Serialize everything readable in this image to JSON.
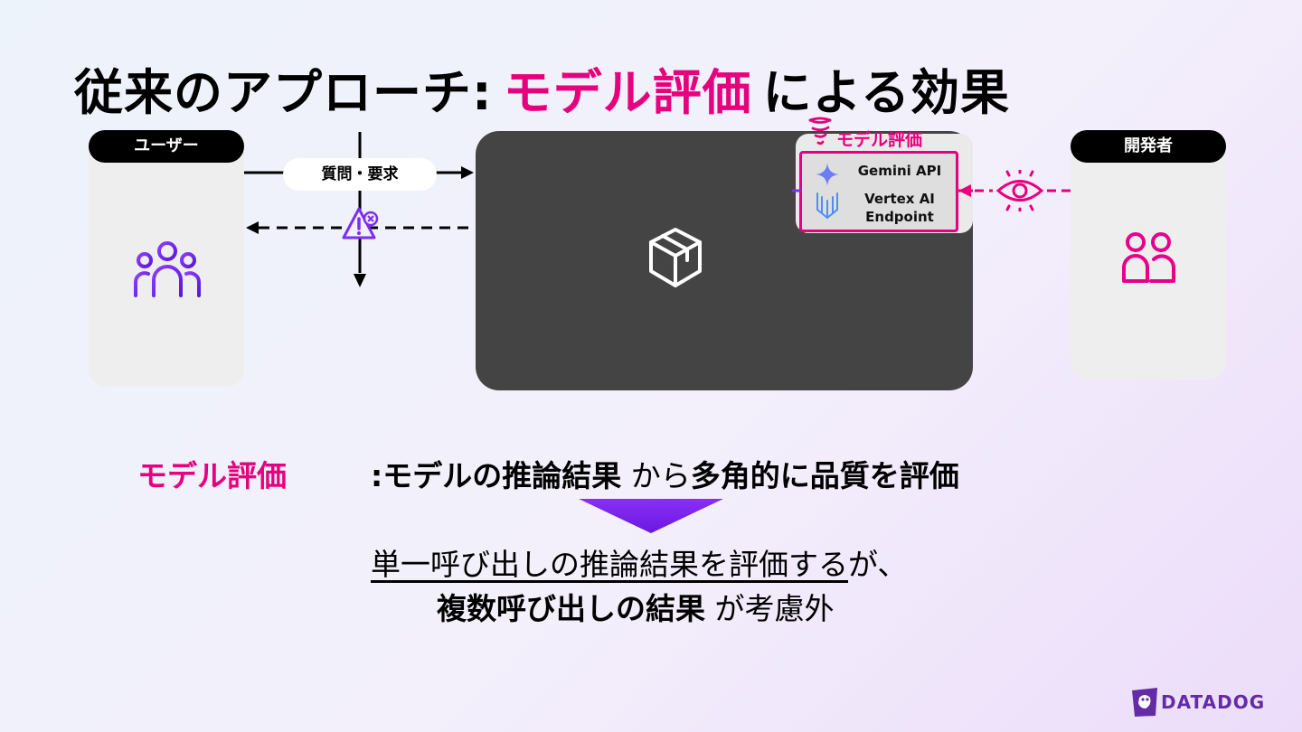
{
  "title": {
    "prefix": "従来のアプローチ:",
    "highlight": "モデル評価",
    "suffix": "による効果"
  },
  "diagram": {
    "user_label": "ユーザー",
    "developer_label": "開発者",
    "request_label": "質問・要求",
    "model_eval_label": "モデル評価",
    "services": [
      "Gemini API",
      "Vertex AI Endpoint"
    ],
    "service_lines": {
      "gemini": "Gemini API",
      "vertex_1": "Vertex AI",
      "vertex_2": "Endpoint"
    }
  },
  "explanation": {
    "term": "モデル評価",
    "def_colon": ":",
    "def_b1": "モデルの推論結果",
    "def_mid": " から",
    "def_b2": "多角的に品質を評価",
    "line1_underlined": "単一呼び出しの推論結果を評価する",
    "line1_rest": "が、",
    "line2_bold": "複数呼び出しの結果",
    "line2_rest": " が考慮外"
  },
  "brand": {
    "name": "DATADOG"
  },
  "colors": {
    "accent": "#e6007e",
    "purple": "#7b2ff2",
    "dark": "#444444",
    "brand": "#632ca6"
  }
}
